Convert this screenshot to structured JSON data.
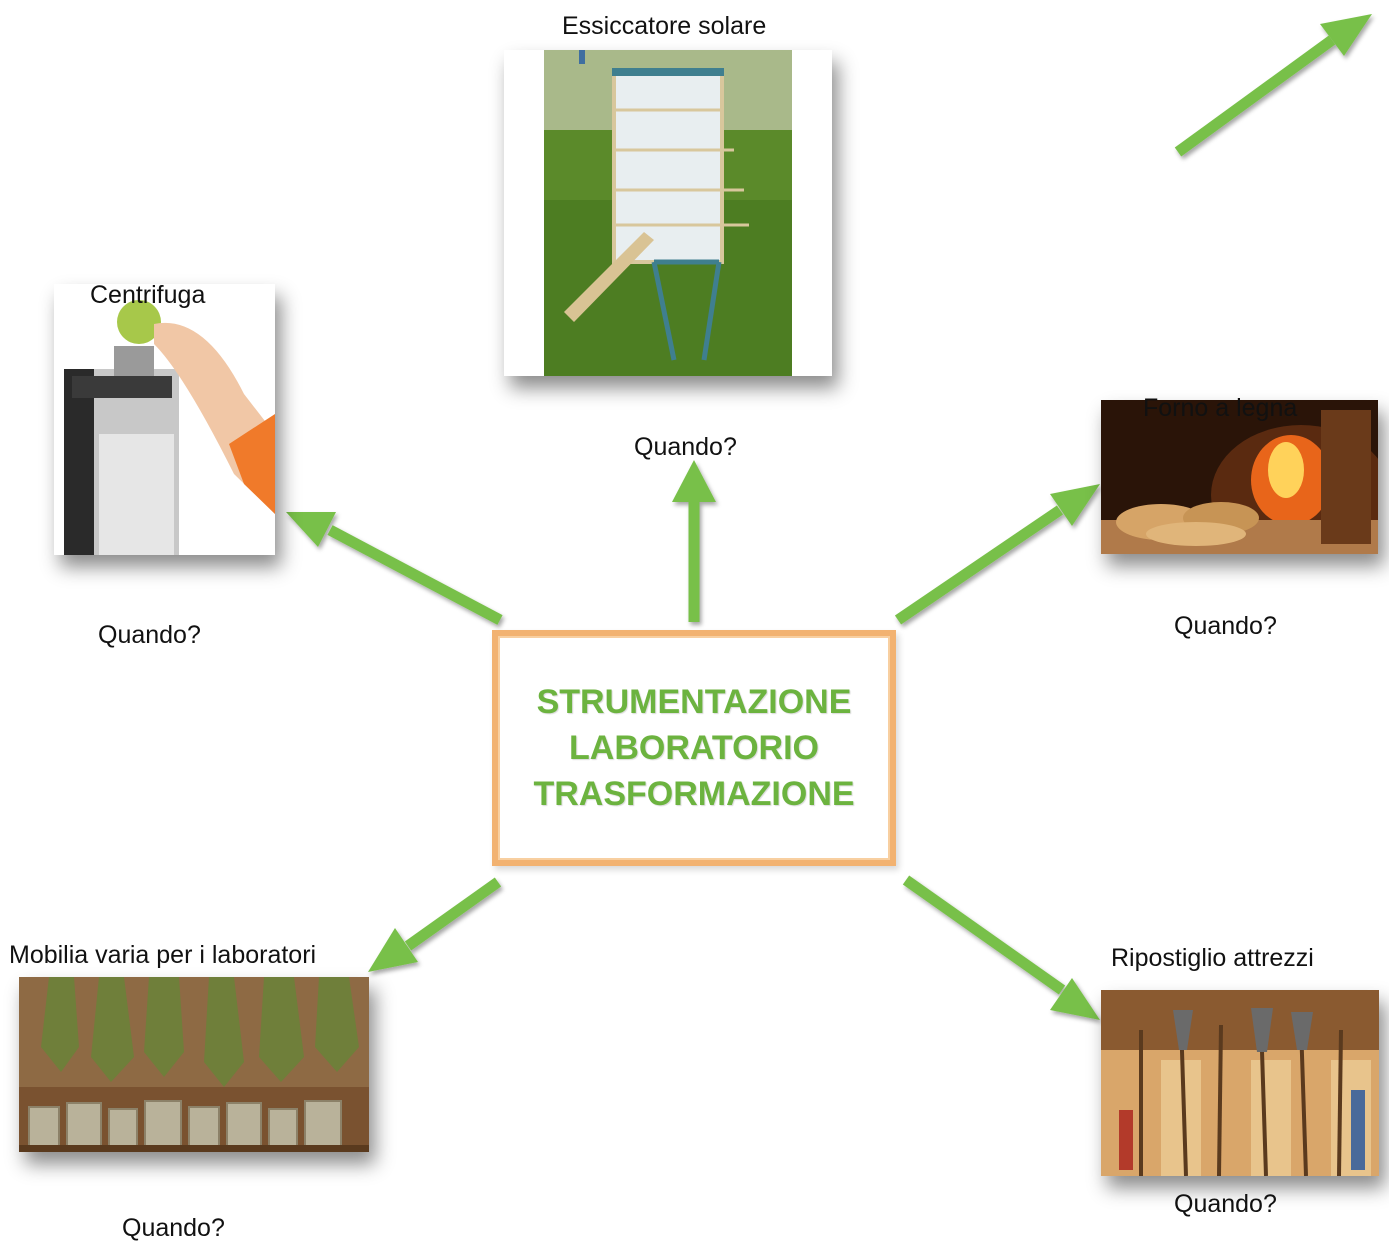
{
  "center": {
    "title": "STRUMENTAZIONE\nLABORATORIO\nTRASFORMAZIONE"
  },
  "nodes": {
    "essiccatore": {
      "label": "Essiccatore solare",
      "question": "Quando?"
    },
    "centrifuga": {
      "label": "Centrifuga",
      "question": "Quando?"
    },
    "forno": {
      "label": "Forno a legna",
      "question": "Quando?"
    },
    "mobilia": {
      "label": "Mobilia varia per i laboratori",
      "question": "Quando?"
    },
    "ripostiglio": {
      "label": "Ripostiglio attrezzi",
      "question": "Quando?"
    }
  },
  "colors": {
    "arrow": "#78c04a",
    "center_border": "#f2b271",
    "center_text": "#6cb33f"
  }
}
